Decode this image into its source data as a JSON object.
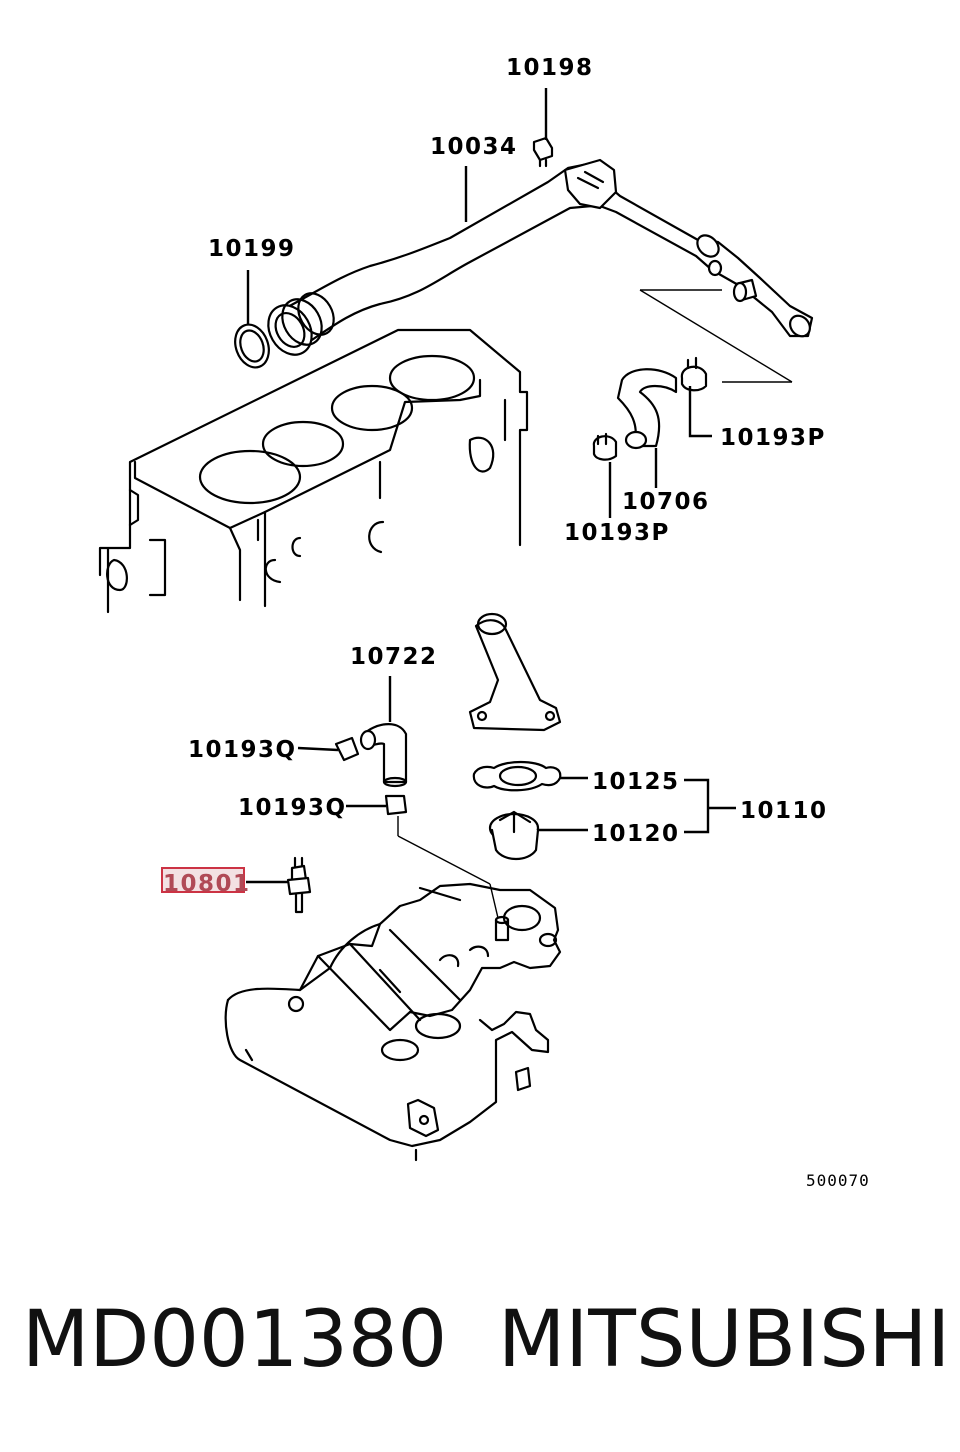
{
  "diagram": {
    "labels": {
      "l10198": "10198",
      "l10034": "10034",
      "l10199": "10199",
      "l10193p_a": "10193P",
      "l10706": "10706",
      "l10193p_b": "10193P",
      "l10722": "10722",
      "l10193q_a": "10193Q",
      "l10193q_b": "10193Q",
      "l10125": "10125",
      "l10110": "10110",
      "l10120": "10120",
      "l10801": "10801"
    },
    "ref_code": "500070",
    "highlight_color": "#cc3344"
  },
  "footer": {
    "part_number": "MD001380",
    "brand": "MITSUBISHI"
  }
}
